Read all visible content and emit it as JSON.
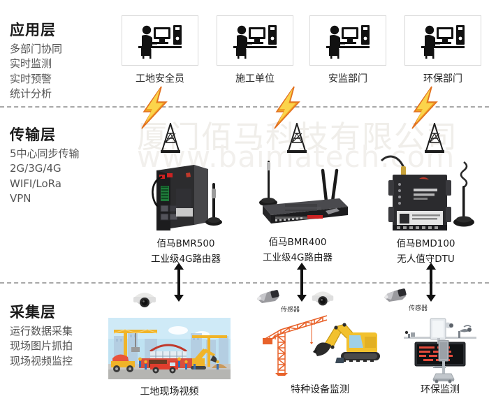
{
  "watermark": {
    "company_cn": "厦门佰马科技有限公司",
    "site_url": "www.baimatech.com"
  },
  "layers": {
    "application": {
      "title": "应用层",
      "bullets": [
        "多部门协同",
        "实时监测",
        "实时预警",
        "统计分析"
      ],
      "cards": [
        {
          "label": "工地安全员",
          "icon": "person-at-computer-icon"
        },
        {
          "label": "施工单位",
          "icon": "person-at-computer-icon"
        },
        {
          "label": "安监部门",
          "icon": "person-at-computer-icon"
        },
        {
          "label": "环保部门",
          "icon": "person-at-computer-icon"
        }
      ]
    },
    "transmission": {
      "title": "传输层",
      "bullets": [
        "5中心同步传输",
        "2G/3G/4G",
        "WIFI/LoRa",
        "VPN"
      ],
      "devices": [
        {
          "name": "佰马BMR500",
          "type": "工业级4G路由器",
          "icon": "din-rail-router-icon"
        },
        {
          "name": "佰马BMR400",
          "type": "工业级4G路由器",
          "icon": "desktop-router-icon"
        },
        {
          "name": "佰马BMD100",
          "type": "无人值守DTU",
          "icon": "dtu-device-icon"
        }
      ]
    },
    "collection": {
      "title": "采集层",
      "bullets": [
        "运行数据采集",
        "现场图片抓拍",
        "现场视频监控"
      ],
      "items": [
        {
          "label": "工地现场视频",
          "icon": "construction-site-scene-icon"
        },
        {
          "label": "特种设备监测",
          "icon": "crane-excavator-scene-icon"
        },
        {
          "label": "环保监测",
          "icon": "environment-monitor-scene-icon"
        }
      ],
      "sensor_labels": [
        "传感器",
        "传感器"
      ]
    }
  },
  "colors": {
    "bolt_light": "#f7c23a",
    "bolt_dark": "#e8722a",
    "divider": "#a8a8a8",
    "text_dark": "#1a1a1a",
    "text_muted": "#555555",
    "watermark": "#f0eeea"
  }
}
